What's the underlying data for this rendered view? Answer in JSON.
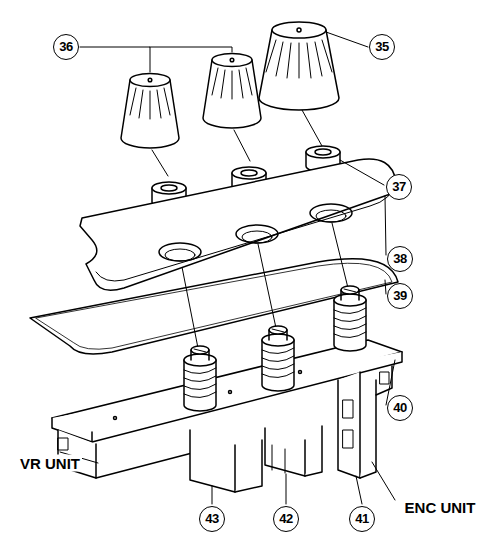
{
  "diagram": {
    "labels": [
      "36",
      "35",
      "37",
      "38",
      "39",
      "40",
      "VR UNIT",
      "ENC UNIT",
      "43",
      "42",
      "41"
    ]
  }
}
